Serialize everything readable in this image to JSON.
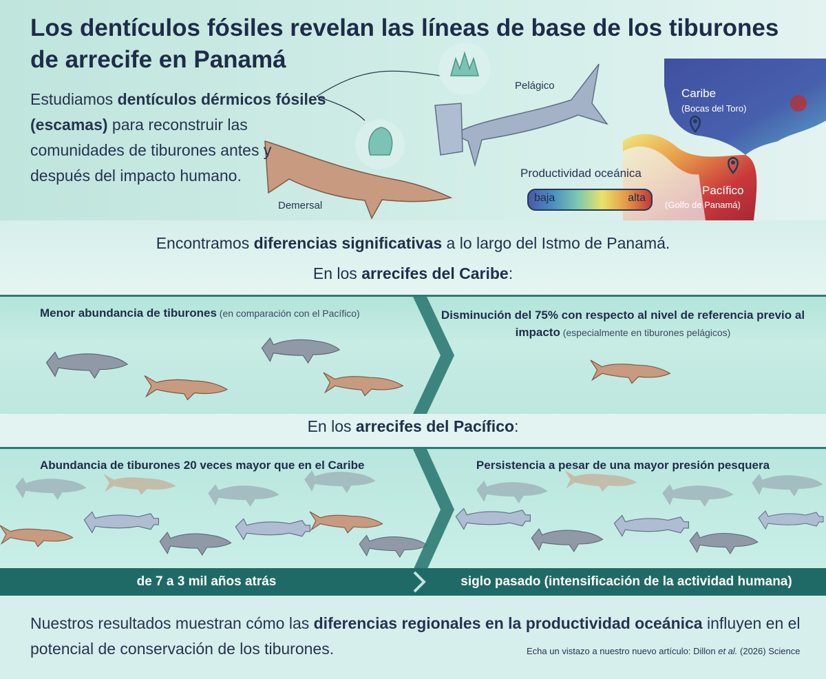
{
  "title": "Los dentículos fósiles revelan las líneas de base de los tiburones de arrecife en Panamá",
  "intro": {
    "p1": "Estudiamos ",
    "b1": "dentículos dérmicos fósiles (escamas)",
    "p2": " para reconstruir las comunidades de tiburones antes y después del impacto humano."
  },
  "labels": {
    "pelagic": "Pelágico",
    "demersal": "Demersal"
  },
  "map": {
    "caribe": "Caribe",
    "caribe_sub": "(Bocas del Toro)",
    "pacifico": "Pacífico",
    "pacifico_sub": "(Golfo de Panamá)",
    "productivity": "Productividad oceánica",
    "low": "baja",
    "high": "alta"
  },
  "findings": {
    "p1": "Encontramos ",
    "b1": "diferencias significativas",
    "p2": " a lo largo del Istmo de Panamá."
  },
  "caribbean": {
    "heading_pre": "En los ",
    "heading_b": "arrecifes del Caribe",
    "heading_post": ":",
    "left_b": "Menor abundancia de tiburones",
    "left_note": " (en comparación con el Pacífico)",
    "right_b": "Disminución del 75% con respecto al nivel de referencia previo al impacto",
    "right_note": " (especialmente en tiburones pelágicos)"
  },
  "pacific": {
    "heading_pre": "En los ",
    "heading_b": "arrecifes del Pacífico",
    "heading_post": ":",
    "left_b": "Abundancia de tiburones 20 veces mayor que en el Caribe",
    "right_b": "Persistencia a pesar de una mayor presión pesquera"
  },
  "timeline": {
    "past": "de 7 a 3 mil años atrás",
    "recent": "siglo pasado (intensificación de la actividad humana)"
  },
  "conclusion": {
    "p1": "Nuestros resultados muestran cómo las ",
    "b1": "diferencias regionales en la productividad oceánica",
    "p2": " influyen en el potencial de conservación de los tiburones."
  },
  "reference": {
    "pre": "Echa un vistazo a nuestro nuevo artículo: ",
    "author": "Dillon ",
    "etal": "et al.",
    "post": " (2026) Science"
  },
  "colors": {
    "pelagic_grey": "#8f9aa6",
    "demersal_tan": "#c89a7f",
    "hammerhead_blue": "#aebdd2",
    "teal_dark": "#1f6a66"
  }
}
